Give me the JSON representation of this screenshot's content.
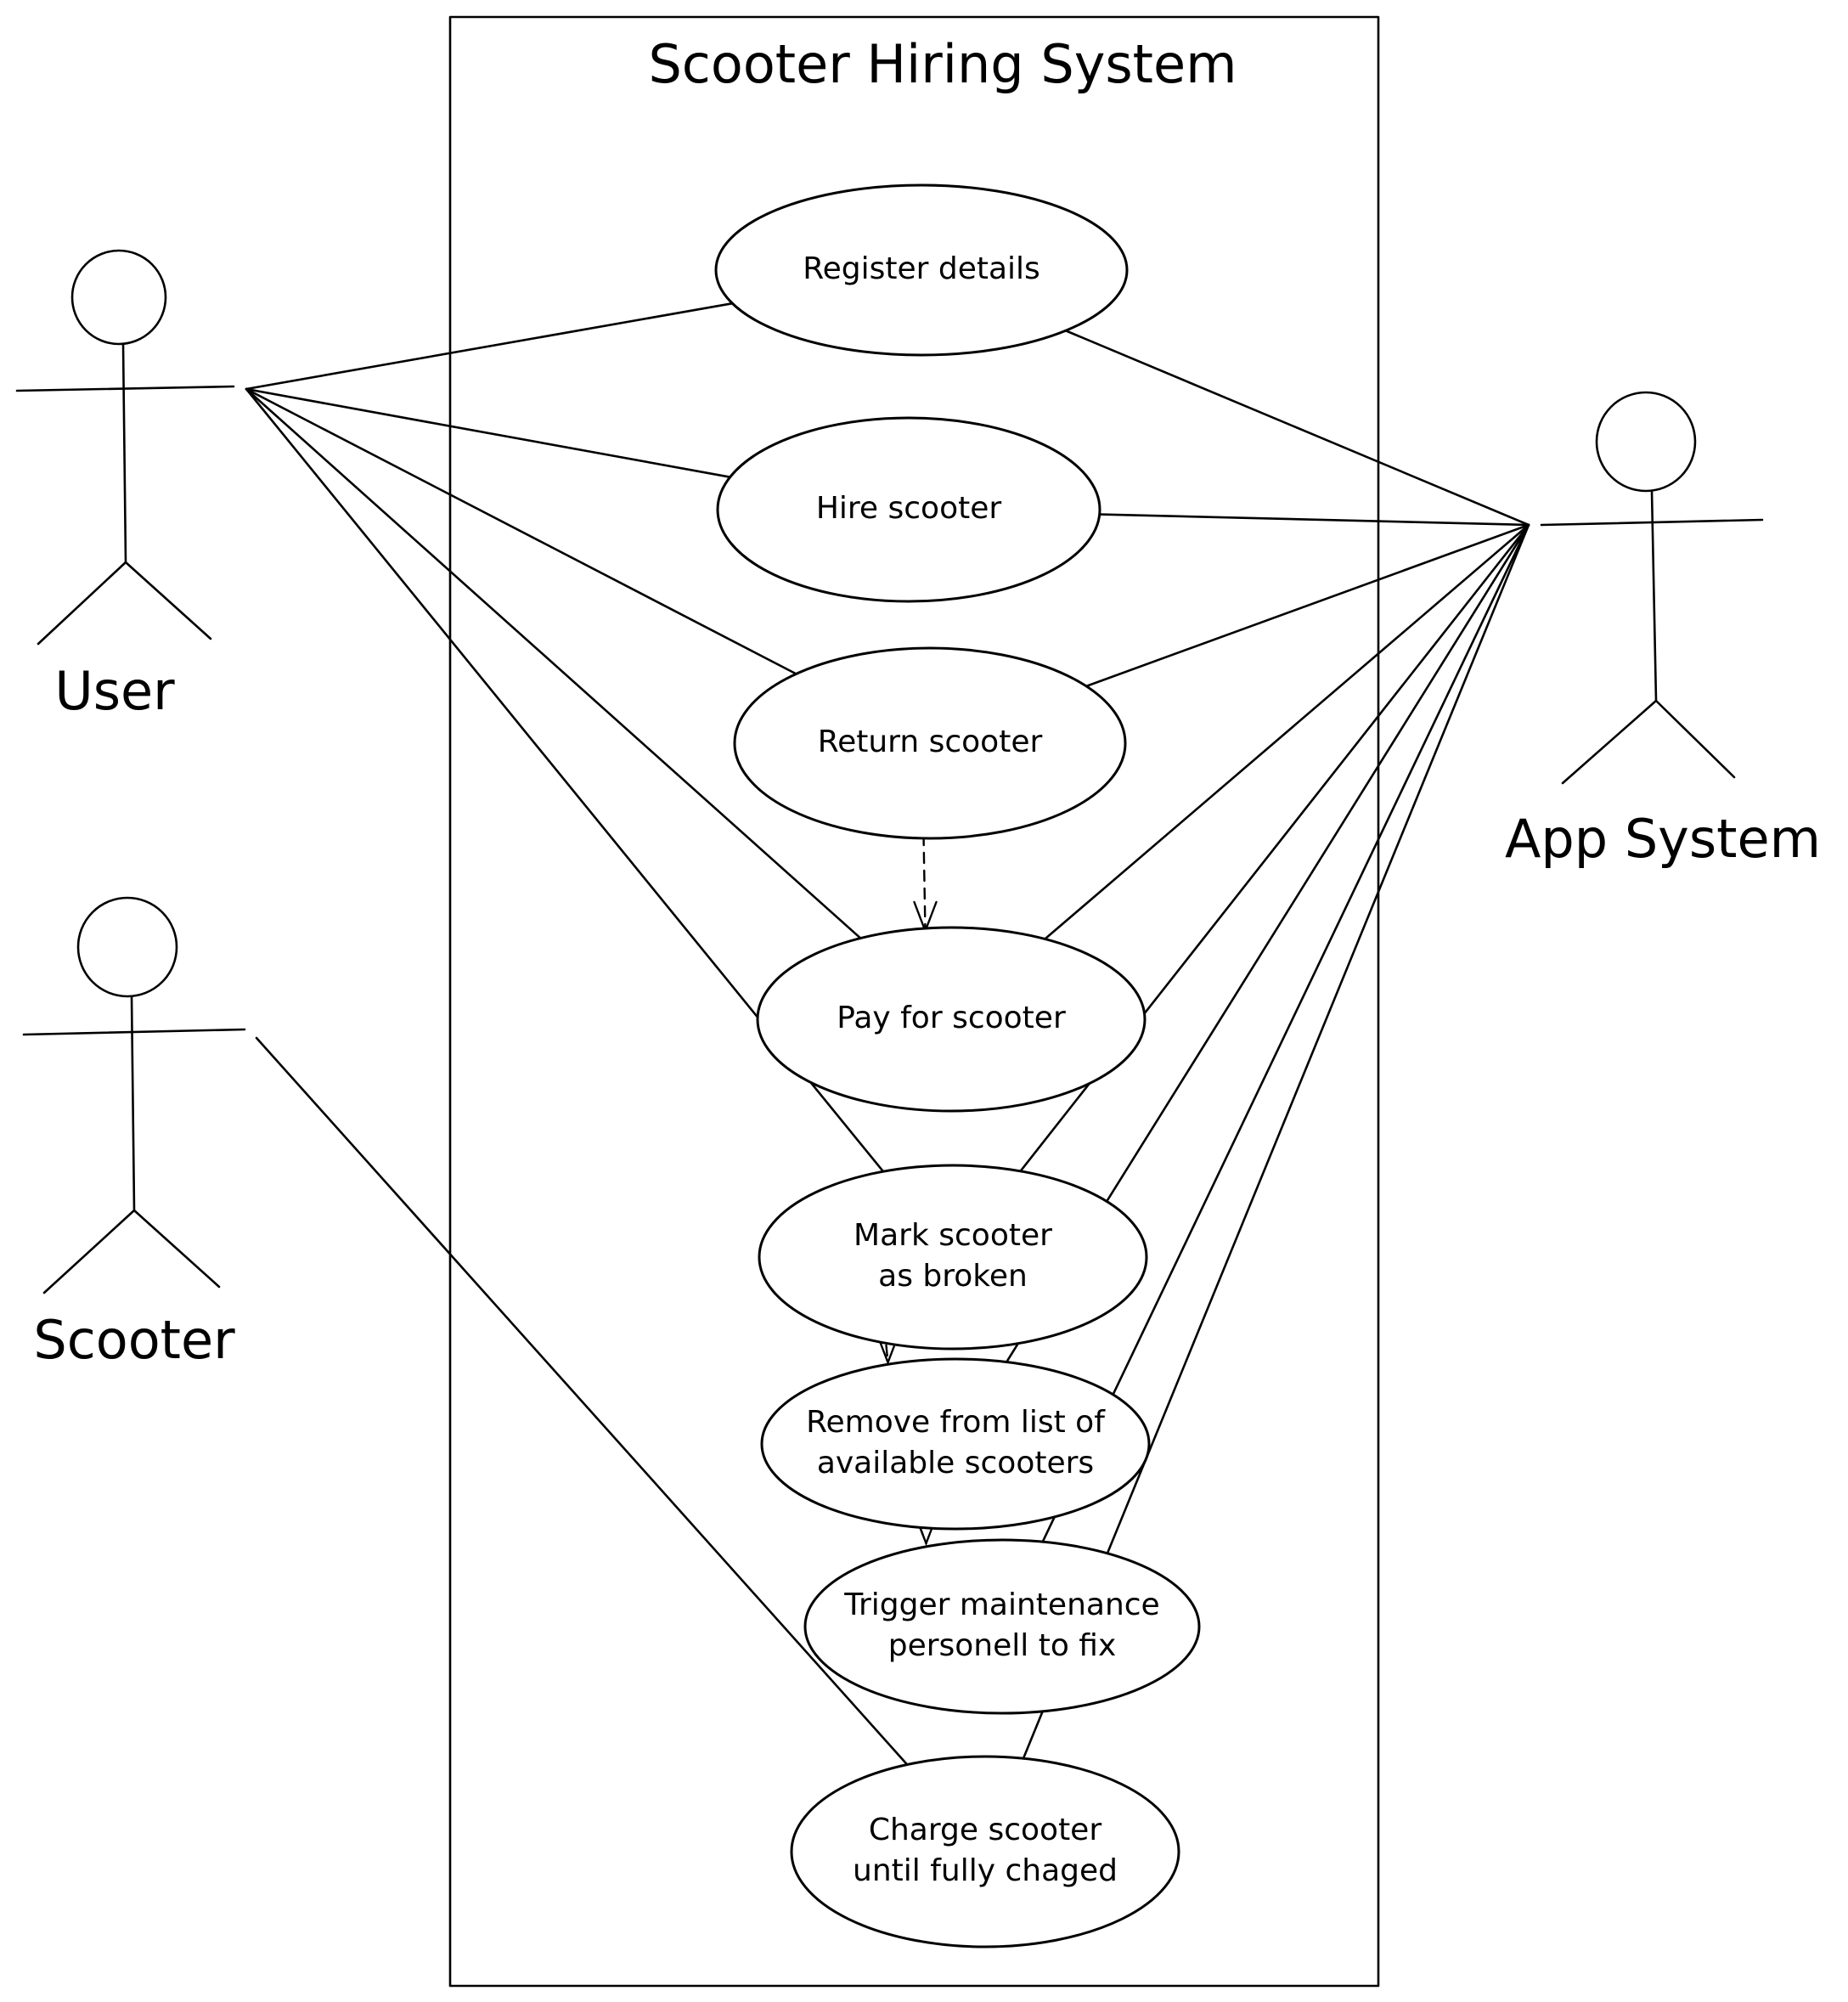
{
  "system": {
    "title": "Scooter Hiring System"
  },
  "actors": [
    {
      "id": "user",
      "name": "User"
    },
    {
      "id": "scooter",
      "name": "Scooter"
    },
    {
      "id": "app",
      "name": "App System"
    }
  ],
  "use_cases": [
    {
      "id": "register",
      "lines": [
        "Register details"
      ]
    },
    {
      "id": "hire",
      "lines": [
        "Hire scooter"
      ]
    },
    {
      "id": "return",
      "lines": [
        "Return scooter"
      ]
    },
    {
      "id": "pay",
      "lines": [
        "Pay for scooter"
      ]
    },
    {
      "id": "mark",
      "lines": [
        "Mark scooter",
        "as broken"
      ]
    },
    {
      "id": "remove",
      "lines": [
        "Remove from list of",
        "available scooters"
      ]
    },
    {
      "id": "trigger",
      "lines": [
        "Trigger maintenance",
        "personell to fix"
      ]
    },
    {
      "id": "charge",
      "lines": [
        "Charge scooter",
        "until fully chaged"
      ]
    }
  ],
  "associations": [
    {
      "actor": "user",
      "use_case": "register"
    },
    {
      "actor": "user",
      "use_case": "hire"
    },
    {
      "actor": "user",
      "use_case": "return"
    },
    {
      "actor": "user",
      "use_case": "pay"
    },
    {
      "actor": "user",
      "use_case": "mark"
    },
    {
      "actor": "scooter",
      "use_case": "charge"
    },
    {
      "actor": "app",
      "use_case": "register"
    },
    {
      "actor": "app",
      "use_case": "hire"
    },
    {
      "actor": "app",
      "use_case": "return"
    },
    {
      "actor": "app",
      "use_case": "pay"
    },
    {
      "actor": "app",
      "use_case": "mark"
    },
    {
      "actor": "app",
      "use_case": "remove"
    },
    {
      "actor": "app",
      "use_case": "trigger"
    },
    {
      "actor": "app",
      "use_case": "charge"
    }
  ],
  "dependencies": [
    {
      "from": "return",
      "to": "pay"
    },
    {
      "from": "mark",
      "to": "remove"
    },
    {
      "from": "remove",
      "to": "trigger"
    }
  ]
}
